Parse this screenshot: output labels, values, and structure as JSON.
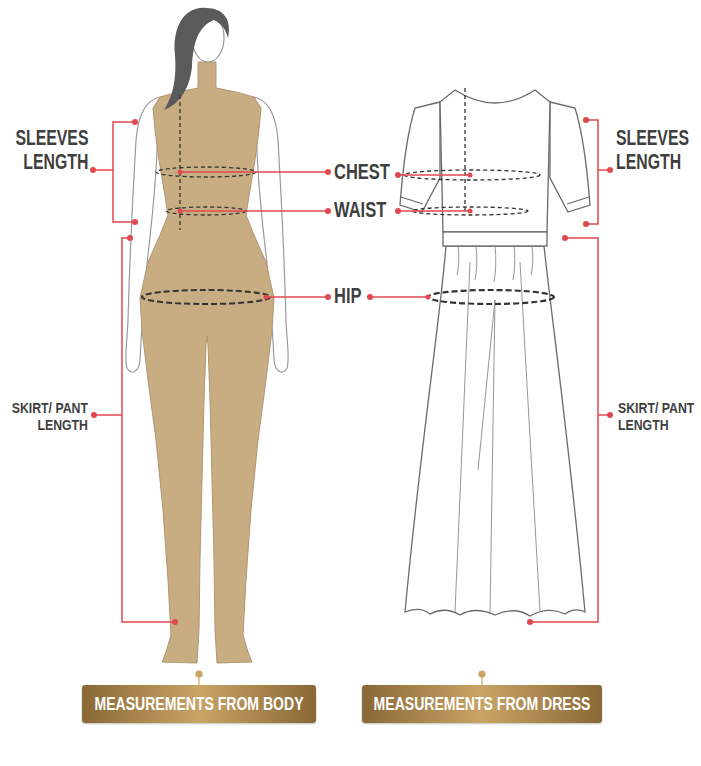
{
  "diagram": {
    "nodes": [
      {
        "text": [
          "MEASUREMENTS FROM BODY"
        ]
      },
      {
        "text": [
          "MEASUREMENTS FROM DRESS"
        ]
      }
    ],
    "labels": [
      "SLEEVES LENGTH",
      "CHEST",
      "SLEEVES LENGTH",
      "WAIST",
      "HIP",
      "SKIRT/ PANT LENGTH",
      "SKIRT/ PANT LENGTH"
    ]
  }
}
